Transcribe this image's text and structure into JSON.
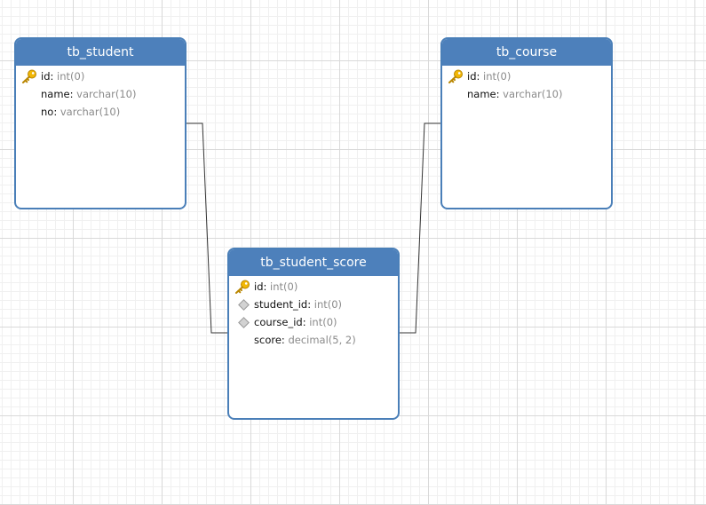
{
  "tables": [
    {
      "name": "tb_student",
      "fields": [
        {
          "name": "id",
          "type": "int(0)",
          "icon": "key-icon"
        },
        {
          "name": "name",
          "type": "varchar(10)",
          "icon": ""
        },
        {
          "name": "no",
          "type": "varchar(10)",
          "icon": ""
        }
      ]
    },
    {
      "name": "tb_course",
      "fields": [
        {
          "name": "id",
          "type": "int(0)",
          "icon": "key-icon"
        },
        {
          "name": "name",
          "type": "varchar(10)",
          "icon": ""
        }
      ]
    },
    {
      "name": "tb_student_score",
      "fields": [
        {
          "name": "id",
          "type": "int(0)",
          "icon": "key-icon"
        },
        {
          "name": "student_id",
          "type": "int(0)",
          "icon": "foreign-key-icon"
        },
        {
          "name": "course_id",
          "type": "int(0)",
          "icon": "foreign-key-icon"
        },
        {
          "name": "score",
          "type": "decimal(5, 2)",
          "icon": ""
        }
      ]
    }
  ],
  "relations": [
    {
      "from": "tb_student_score",
      "to": "tb_student"
    },
    {
      "from": "tb_student_score",
      "to": "tb_course"
    }
  ],
  "colors": {
    "header": "#4d80bb",
    "border": "#4a7fb8",
    "field_type": "#8a8a8a",
    "key": "#f2b705",
    "connector": "#333333"
  }
}
